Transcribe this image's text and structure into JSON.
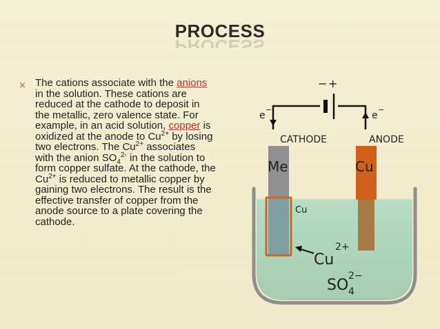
{
  "slide": {
    "title": "PROCESS",
    "bullet_glyph": "×",
    "paragraph": {
      "t1": "The cations associate with the ",
      "link_anions": "anions",
      "t2": " in the solution. These cations are reduced at the cathode to deposit in the metallic, zero valence state. For example, in an acid solution, ",
      "link_copper": "copper",
      "t3": " is oxidized at the anode to Cu",
      "sup1": "2+",
      "t4": " by losing two electrons. The Cu",
      "sup2": "2+",
      "t5": " associates with the anion SO",
      "sub1": "4",
      "sup3": "2-",
      "t6": " in the solution to form copper sulfate. At the cathode, the Cu",
      "sup4": "2+",
      "t7": " is reduced to metallic copper by gaining two electrons. The result is the effective transfer of copper from the anode source to a plate covering the cathode."
    }
  },
  "diagram": {
    "battery_minus": "−",
    "battery_plus": "+",
    "electron_left": "e",
    "electron_left_sup": "−",
    "electron_right": "e",
    "electron_right_sup": "−",
    "cathode_label": "CATHODE",
    "anode_label": "ANODE",
    "cathode_metal": "Me",
    "anode_metal": "Cu",
    "deposit_label": "Cu",
    "ion_cu": "Cu",
    "ion_cu_charge": "2+",
    "ion_so": "SO",
    "ion_so_sub": "4",
    "ion_so_charge": "2−",
    "colors": {
      "cathode": "#8f8f8f",
      "anode": "#d2601a",
      "solution": "#a9cfb5",
      "deposit": "#c8692a"
    }
  }
}
